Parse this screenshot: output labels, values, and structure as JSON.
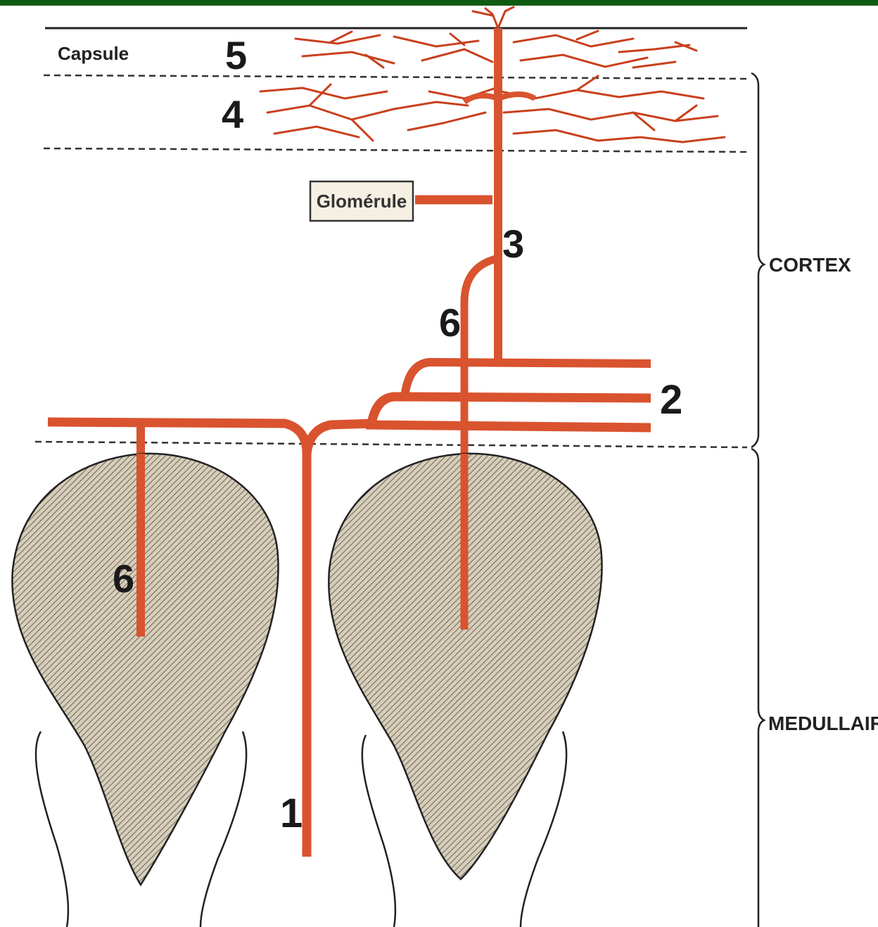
{
  "labels": {
    "capsule": "Capsule",
    "glomerule": "Glomérule",
    "cortex": "CORTEX",
    "medullaire": "MEDULLAIRE"
  },
  "numbers": {
    "n1": "1",
    "n2": "2",
    "n3": "3",
    "n4": "4",
    "n5": "5",
    "n6_upper": "6",
    "n6_lower": "6"
  },
  "colors": {
    "vessel": "#d9532f",
    "vessel_dark": "#8a2a12",
    "pyramid_fill": "#d6cdbb",
    "hatch": "#6e6250",
    "header_bar": "#0d5c12",
    "capillary_bg": "#f3c3a8"
  }
}
